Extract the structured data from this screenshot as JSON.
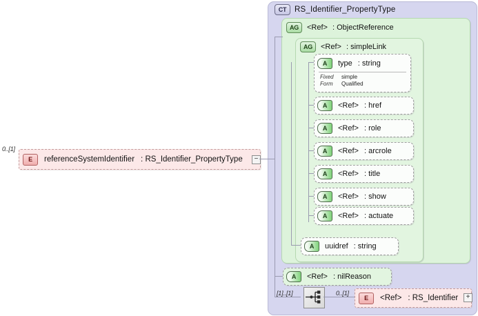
{
  "diagram": {
    "kind": "xsd-schema-diagram",
    "colors": {
      "complex_type_bg": "#d6d6ef",
      "attribute_group_bg": "#ddf3db",
      "element_bg": "#fce8e8",
      "connector": "#9a9ab0"
    }
  },
  "root_element": {
    "badge": "E",
    "badge_name": "element-badge",
    "name": "referenceSystemIdentifier",
    "separator": ":",
    "type": "RS_Identifier_PropertyType",
    "cardinality": "0..[1]",
    "toggle": "−"
  },
  "complex_type": {
    "badge": "CT",
    "badge_name": "complex-type-badge",
    "name": "RS_Identifier_PropertyType"
  },
  "attribute_groups": [
    {
      "badge": "AG",
      "name": "<Ref>",
      "separator": ":",
      "type": "ObjectReference"
    },
    {
      "badge": "AG",
      "name": "<Ref>",
      "separator": ":",
      "type": "simpleLink"
    }
  ],
  "type_attribute": {
    "badge": "A",
    "name": "type",
    "separator": ":",
    "type": "string",
    "facets": [
      {
        "key": "Fixed",
        "value": "simple"
      },
      {
        "key": "Form",
        "value": "Qualified"
      }
    ]
  },
  "simplelink_attributes": [
    {
      "badge": "A",
      "name": "<Ref>",
      "separator": ":",
      "type": "href"
    },
    {
      "badge": "A",
      "name": "<Ref>",
      "separator": ":",
      "type": "role"
    },
    {
      "badge": "A",
      "name": "<Ref>",
      "separator": ":",
      "type": "arcrole"
    },
    {
      "badge": "A",
      "name": "<Ref>",
      "separator": ":",
      "type": "title"
    },
    {
      "badge": "A",
      "name": "<Ref>",
      "separator": ":",
      "type": "show"
    },
    {
      "badge": "A",
      "name": "<Ref>",
      "separator": ":",
      "type": "actuate"
    }
  ],
  "uuidref_attribute": {
    "badge": "A",
    "name": "uuidref",
    "separator": ":",
    "type": "string"
  },
  "nilreason_attribute": {
    "badge": "A",
    "name": "<Ref>",
    "separator": ":",
    "type": "nilReason"
  },
  "sequence": {
    "icon_name": "sequence-compositor-icon",
    "cardinality": "[1]..[1]"
  },
  "child_element": {
    "badge": "E",
    "badge_name": "element-badge",
    "name": "<Ref>",
    "separator": ":",
    "type": "RS_Identifier",
    "cardinality": "0..[1]",
    "toggle": "+"
  }
}
